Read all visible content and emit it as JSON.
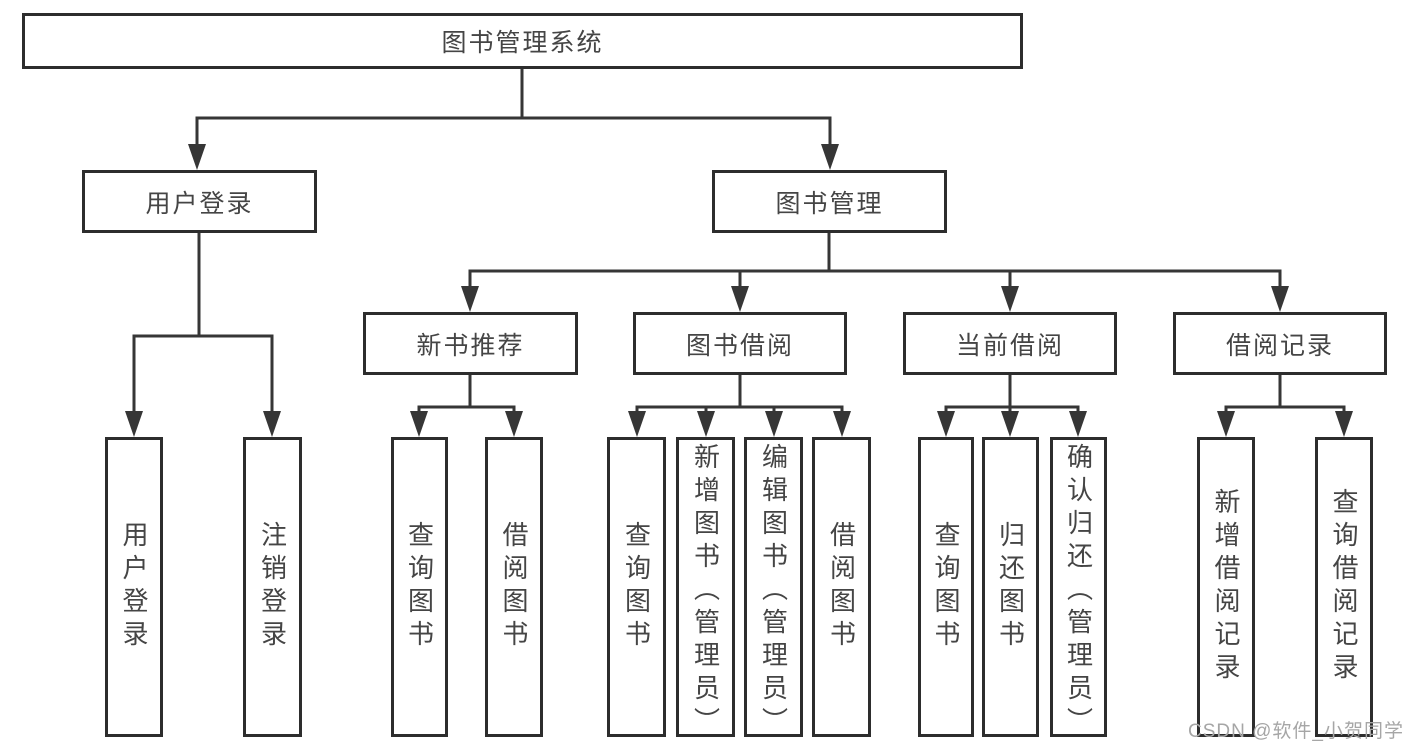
{
  "tree": {
    "root": {
      "label": "图书管理系统"
    },
    "user_login": {
      "label": "用户登录",
      "children": [
        {
          "label": "用户登录"
        },
        {
          "label": "注销登录"
        }
      ]
    },
    "book_management": {
      "label": "图书管理",
      "sections": [
        {
          "label": "新书推荐",
          "children": [
            {
              "label": "查询图书"
            },
            {
              "label": "借阅图书"
            }
          ]
        },
        {
          "label": "图书借阅",
          "children": [
            {
              "label": "查询图书"
            },
            {
              "label": "新增图书（管理员）"
            },
            {
              "label": "编辑图书（管理员）"
            },
            {
              "label": "借阅图书"
            }
          ]
        },
        {
          "label": "当前借阅",
          "children": [
            {
              "label": "查询图书"
            },
            {
              "label": "归还图书"
            },
            {
              "label": "确认归还（管理员）"
            }
          ]
        },
        {
          "label": "借阅记录",
          "children": [
            {
              "label": "新增借阅记录"
            },
            {
              "label": "查询借阅记录"
            }
          ]
        }
      ]
    }
  },
  "watermark": {
    "text": "CSDN @软件_小贺同学"
  },
  "colors": {
    "border": "#2d2d2d",
    "line": "#363636",
    "text": "#454545",
    "watermark": "#a6a6a6",
    "background": "#ffffff"
  }
}
